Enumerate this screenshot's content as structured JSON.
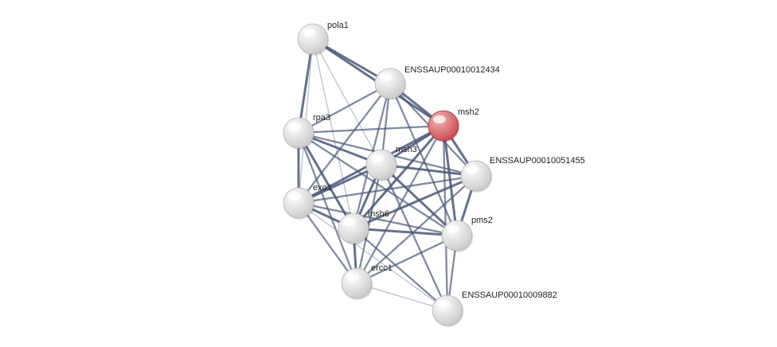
{
  "colors": {
    "edge_strong": "#4a5878",
    "edge_weak": "#9aa3b8",
    "node_default_light": "#ffffff",
    "node_default_dark": "#c9c9c9",
    "node_query_light": "#f4b6b6",
    "node_query_dark": "#c8484e"
  },
  "nodes": [
    {
      "id": "pola1",
      "label": "pola1",
      "query": false
    },
    {
      "id": "e12434",
      "label": "ENSSAUP00010012434",
      "query": false
    },
    {
      "id": "msh2",
      "label": "msh2",
      "query": true
    },
    {
      "id": "rpa3",
      "label": "rpa3",
      "query": false
    },
    {
      "id": "msh3",
      "label": "msh3",
      "query": false
    },
    {
      "id": "e51455",
      "label": "ENSSAUP00010051455",
      "query": false
    },
    {
      "id": "exo1",
      "label": "exo1",
      "query": false
    },
    {
      "id": "msh6",
      "label": "msh6",
      "query": false
    },
    {
      "id": "pms2",
      "label": "pms2",
      "query": false
    },
    {
      "id": "ercc1",
      "label": "ercc1",
      "query": false
    },
    {
      "id": "e09882",
      "label": "ENSSAUP00010009882",
      "query": false
    }
  ],
  "edges": [
    [
      "pola1",
      "e12434",
      3
    ],
    [
      "pola1",
      "msh2",
      3
    ],
    [
      "pola1",
      "rpa3",
      3
    ],
    [
      "pola1",
      "msh3",
      1
    ],
    [
      "pola1",
      "exo1",
      1
    ],
    [
      "pola1",
      "msh6",
      1
    ],
    [
      "e12434",
      "msh2",
      3
    ],
    [
      "e12434",
      "rpa3",
      2
    ],
    [
      "e12434",
      "msh3",
      2
    ],
    [
      "e12434",
      "e51455",
      2
    ],
    [
      "e12434",
      "exo1",
      2
    ],
    [
      "e12434",
      "msh6",
      2
    ],
    [
      "e12434",
      "pms2",
      2
    ],
    [
      "msh2",
      "rpa3",
      2
    ],
    [
      "msh2",
      "msh3",
      3
    ],
    [
      "msh2",
      "e51455",
      3
    ],
    [
      "msh2",
      "exo1",
      3
    ],
    [
      "msh2",
      "msh6",
      3
    ],
    [
      "msh2",
      "pms2",
      3
    ],
    [
      "msh2",
      "ercc1",
      2
    ],
    [
      "msh2",
      "e09882",
      2
    ],
    [
      "rpa3",
      "msh3",
      3
    ],
    [
      "rpa3",
      "e51455",
      2
    ],
    [
      "rpa3",
      "exo1",
      3
    ],
    [
      "rpa3",
      "msh6",
      3
    ],
    [
      "rpa3",
      "pms2",
      2
    ],
    [
      "rpa3",
      "ercc1",
      2
    ],
    [
      "msh3",
      "e51455",
      3
    ],
    [
      "msh3",
      "exo1",
      3
    ],
    [
      "msh3",
      "msh6",
      3
    ],
    [
      "msh3",
      "pms2",
      3
    ],
    [
      "msh3",
      "ercc1",
      2
    ],
    [
      "msh3",
      "e09882",
      2
    ],
    [
      "e51455",
      "exo1",
      2
    ],
    [
      "e51455",
      "msh6",
      3
    ],
    [
      "e51455",
      "pms2",
      3
    ],
    [
      "e51455",
      "ercc1",
      2
    ],
    [
      "exo1",
      "msh6",
      3
    ],
    [
      "exo1",
      "pms2",
      2
    ],
    [
      "exo1",
      "ercc1",
      2
    ],
    [
      "exo1",
      "e09882",
      1
    ],
    [
      "msh6",
      "pms2",
      3
    ],
    [
      "msh6",
      "ercc1",
      3
    ],
    [
      "msh6",
      "e09882",
      2
    ],
    [
      "pms2",
      "ercc1",
      2
    ],
    [
      "pms2",
      "e09882",
      2
    ],
    [
      "ercc1",
      "e09882",
      1
    ]
  ]
}
